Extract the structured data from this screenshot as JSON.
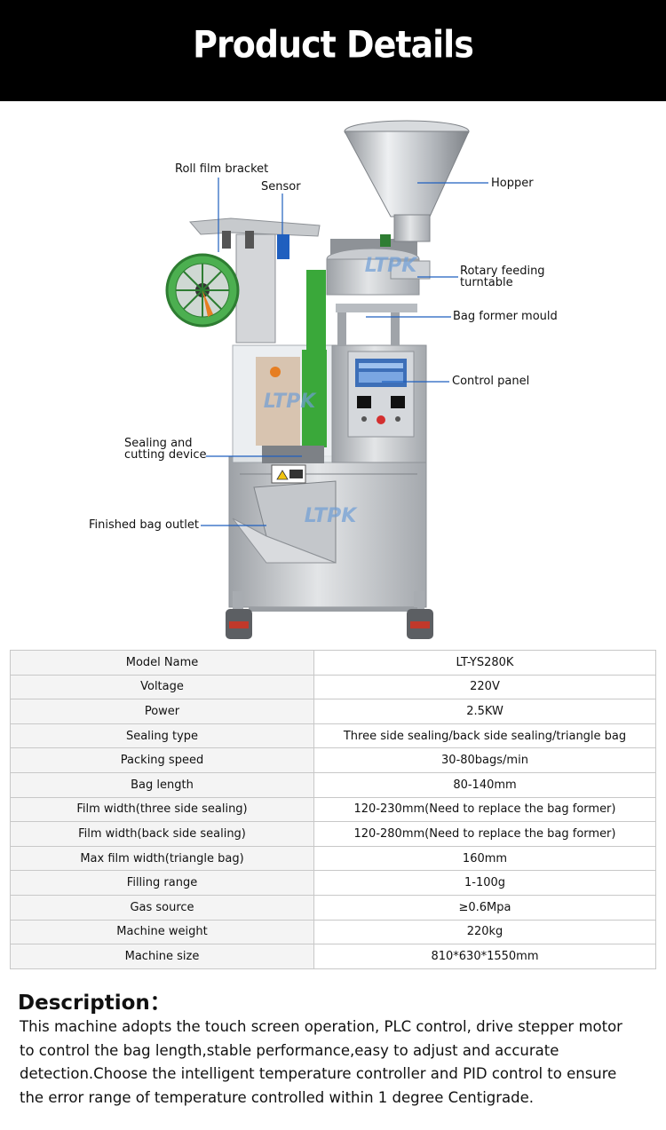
{
  "header": {
    "title": "Product Details"
  },
  "machine": {
    "labels": {
      "roll_film_bracket": "Roll film bracket",
      "sensor": "Sensor",
      "hopper": "Hopper",
      "rotary_feeding_line1": "Rotary feeding",
      "rotary_feeding_line2": "turntable",
      "bag_former_mould": "Bag former mould",
      "control_panel": "Control panel",
      "sealing_line1": "Sealing and",
      "sealing_line2": "cutting device",
      "finished_bag_outlet": "Finished bag outlet"
    },
    "watermark": "LTPK",
    "colors": {
      "steel": "#b9bcc0",
      "steel_dark": "#8e9297",
      "film_green": "#3aa83a",
      "screen_blue": "#3d6fb8",
      "watermark": "#6f9ed6"
    }
  },
  "specs": [
    {
      "name": "Model Name",
      "value": "LT-YS280K"
    },
    {
      "name": "Voltage",
      "value": "220V"
    },
    {
      "name": "Power",
      "value": "2.5KW"
    },
    {
      "name": "Sealing type",
      "value": "Three side sealing/back side sealing/triangle bag"
    },
    {
      "name": "Packing speed",
      "value": "30-80bags/min"
    },
    {
      "name": "Bag length",
      "value": "80-140mm"
    },
    {
      "name": "Film width(three side sealing)",
      "value": "120-230mm(Need to replace the bag former)"
    },
    {
      "name": "Film width(back side sealing)",
      "value": "120-280mm(Need to replace the bag former)"
    },
    {
      "name": "Max film width(triangle bag)",
      "value": "160mm"
    },
    {
      "name": "Filling range",
      "value": "1-100g"
    },
    {
      "name": "Gas source",
      "value": "≥0.6Mpa"
    },
    {
      "name": "Machine weight",
      "value": "220kg"
    },
    {
      "name": "Machine size",
      "value": "810*630*1550mm"
    }
  ],
  "description": {
    "title": "Description：",
    "lines": [
      "This machine adopts the touch screen operation, PLC control, drive stepper motor",
      "to control the bag length,stable performance,easy to adjust and accurate",
      "detection.Choose the intelligent temperature controller and PID control to ensure",
      "the error range of temperature controlled within 1 degree Centigrade."
    ]
  }
}
